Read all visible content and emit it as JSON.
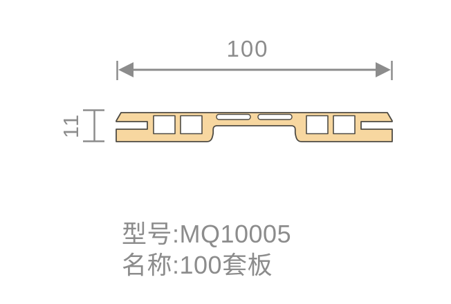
{
  "dimensions": {
    "width": "100",
    "height": "11"
  },
  "product": {
    "model": "型号:MQ10005",
    "name": "名称:100套板"
  },
  "colors": {
    "profile_fill": "#F7D7A0",
    "profile_outline": "#4D4A43",
    "dimension_gray": "#8C8C8C",
    "background": "#FFFFFF"
  }
}
